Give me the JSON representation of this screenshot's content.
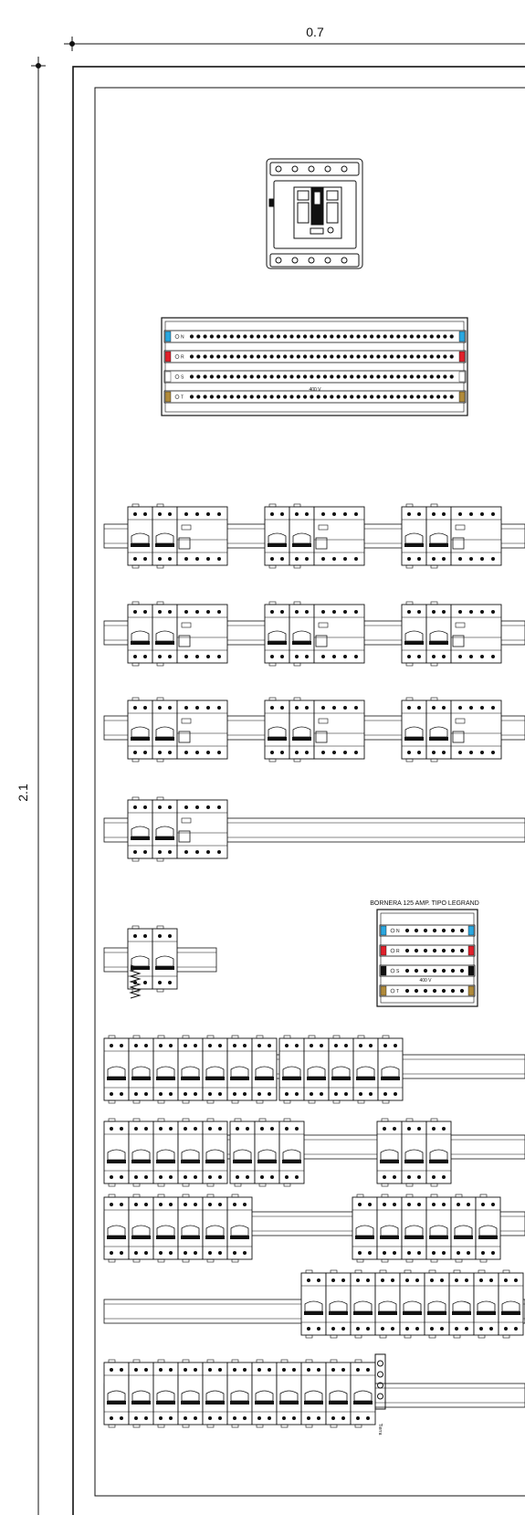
{
  "dimensions": {
    "width_label": "0.7",
    "height_label": "2.1"
  },
  "main_busbar": {
    "phase_labels": [
      "N",
      "R",
      "S",
      "T"
    ],
    "voltage_label": "400 V",
    "phase_colors": [
      "#2aa7df",
      "#e0202a",
      "#ffffff",
      "#b08a3a"
    ]
  },
  "small_busbar": {
    "caption": "BORNERA 125 AMP. TIPO LEGRAND",
    "phase_labels": [
      "N",
      "R",
      "S",
      "T"
    ],
    "voltage_label": "400 V",
    "phase_colors": [
      "#2aa7df",
      "#e0202a",
      "#111111",
      "#b08a3a"
    ]
  },
  "earth_terminal_label": "Tierra"
}
